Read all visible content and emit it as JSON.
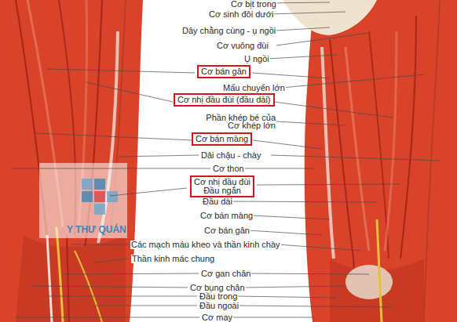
{
  "diagram": {
    "nodes": [
      {
        "text": [
          "Cơ bán gân"
        ]
      },
      {
        "text": [
          "Cơ nhị đầu đùi (đầu dài)"
        ]
      },
      {
        "text": [
          "Cơ bán màng"
        ]
      },
      {
        "text": [
          "Cơ nhị đầu đùi",
          "Đầu ngắn"
        ]
      }
    ],
    "labels": [
      "Cơ bịt trong",
      "Cơ sinh đôi dưới",
      "Dây chằng cùng - ụ ngồi",
      "Cơ vuông đùi",
      "Ụ ngồi",
      "Mấu chuyển lớn",
      "Phần khép bé của Cơ khép lớn",
      "Dải chậu - chày",
      "Cơ thon",
      "Đầu dài",
      "Cơ bán màng",
      "Cơ bán gân",
      "Các mạch máu kheo và thần kinh chày",
      "Thần kinh mác chung",
      "Cơ gan chân",
      "Cơ bụng chân",
      "Đầu trong",
      "Đầu ngoài",
      "Cơ may",
      "Y THƯ QUÁN"
    ]
  }
}
